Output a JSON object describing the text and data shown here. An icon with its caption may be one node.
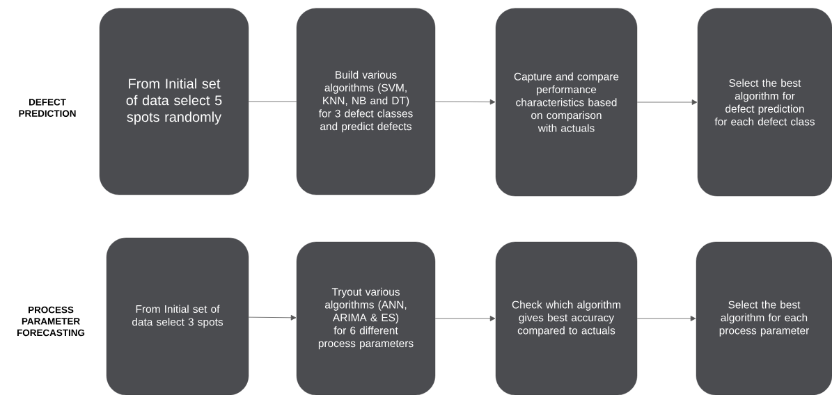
{
  "diagram": {
    "nodes": [
      {
        "text": [
          "From Initial set of data select 5 spots randomly"
        ]
      },
      {
        "text": [
          "Build various algorithms (SVM, KNN, NB and DT)  for 3 defect classes and predict defects"
        ]
      },
      {
        "text": [
          "Capture and compare performance characteristics based on comparison with actuals"
        ]
      },
      {
        "text": [
          "Select the best algorithm for defect prediction for each defect class"
        ]
      },
      {
        "text": [
          "From Initial set of data select 3 spots"
        ]
      },
      {
        "text": [
          "Tryout various algorithms (ANN, ARIMA & ES) for 6 different process parameters"
        ]
      },
      {
        "text": [
          "Check which algorithm gives best accuracy compared to actuals"
        ]
      },
      {
        "text": [
          "Select the best algorithm for each process parameter"
        ]
      }
    ],
    "edges": [
      {
        "from": 0,
        "to": 1,
        "arrow": "none"
      },
      {
        "from": 1,
        "to": 2,
        "arrow": "to"
      },
      {
        "from": 2,
        "to": 3,
        "arrow": "to"
      },
      {
        "from": 4,
        "to": 5,
        "arrow": "to"
      },
      {
        "from": 5,
        "to": 6,
        "arrow": "to"
      },
      {
        "from": 6,
        "to": 7,
        "arrow": "to"
      }
    ],
    "labels": [
      "DEFECT PREDICTION",
      "PROCESS PARAMETER FORECASTING"
    ]
  }
}
